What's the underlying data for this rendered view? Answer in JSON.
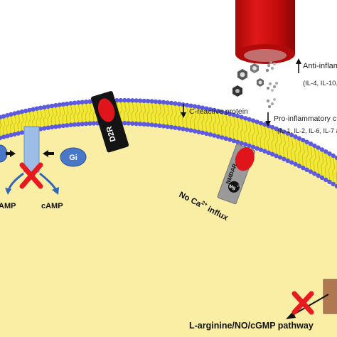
{
  "labels": {
    "anti_inflammatory": "Anti-inflam",
    "anti_list": "(IL-4, IL-10,",
    "c_reactive": "C-reactive protein",
    "pro_inflammatory": "Pro-inflammatory c",
    "pro_list": "(IL-1, IL-2, IL-6, IL-7 a",
    "gi": "Gi",
    "camp_left": "AMP",
    "camp_right": "cAMP",
    "d2r": "D2R",
    "nmdar": "NMDAR",
    "mg": "Mg",
    "mg_sup": "2+",
    "no_ca_prefix": "No Ca",
    "no_ca_sup": "2+",
    "no_ca_suffix": " influx",
    "pathway": "L-arginine/NO/cGMP pathway"
  },
  "colors": {
    "cell_fill": "#faeea5",
    "membrane_yellow": "#f2e836",
    "head_blue": "#5c5ae0",
    "receptor_red": "#e0151b",
    "cylinder_red": "#c40c0c",
    "gi_blue": "#4a78c8",
    "ac_blue": "#9dbde6",
    "inhibit_x": "#e8191f",
    "d2r_black": "#141414",
    "nmdar_gray": "#9a9a9a",
    "channel_brown": "#b07850"
  }
}
